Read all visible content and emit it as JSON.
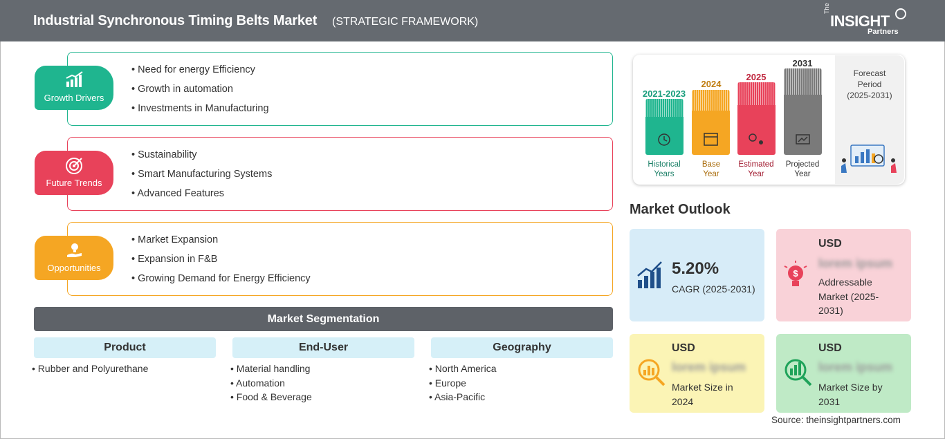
{
  "header": {
    "title": "Industrial Synchronous Timing Belts Market",
    "subtitle": "(STRATEGIC FRAMEWORK)",
    "logo": {
      "the": "The",
      "insight": "INSIGHT",
      "partners": "Partners"
    }
  },
  "framework": {
    "growth_drivers": {
      "label": "Growth Drivers",
      "color": "#1fb58f",
      "items": [
        "Need for energy Efficiency",
        "Growth in automation",
        "Investments in Manufacturing"
      ]
    },
    "future_trends": {
      "label": "Future Trends",
      "color": "#e8425a",
      "items": [
        "Sustainability",
        "Smart Manufacturing Systems",
        "Advanced Features"
      ]
    },
    "opportunities": {
      "label": "Opportunities",
      "color": "#f5a623",
      "items": [
        "Market Expansion",
        "Expansion in F&B",
        "Growing Demand for Energy Efficiency"
      ]
    }
  },
  "segmentation": {
    "title": "Market Segmentation",
    "columns": [
      {
        "header": "Product",
        "items": [
          "Rubber and Polyurethane"
        ]
      },
      {
        "header": "End-User",
        "items": [
          "Material handling",
          "Automation",
          "Food & Beverage"
        ]
      },
      {
        "header": "Geography",
        "items": [
          "North America",
          "Europe",
          "Asia-Pacific"
        ]
      }
    ]
  },
  "timeline": {
    "historical": {
      "year": "2021-2023",
      "caption_1": "Historical",
      "caption_2": "Years",
      "color": "#1fb58f"
    },
    "base": {
      "year": "2024",
      "caption_1": "Base",
      "caption_2": "Year",
      "color": "#f5a623"
    },
    "estimated": {
      "year": "2025",
      "caption_1": "Estimated",
      "caption_2": "Year",
      "color": "#e8425a"
    },
    "projected": {
      "year": "2031",
      "caption_1": "Projected",
      "caption_2": "Year",
      "color": "#7a7a7a"
    },
    "forecast_1": "Forecast",
    "forecast_2": "Period",
    "forecast_3": "(2025-2031)"
  },
  "outlook": {
    "title": "Market Outlook",
    "cagr": {
      "value": "5.20%",
      "label": "CAGR (2025-2031)",
      "bg": "#d7ecf8"
    },
    "addressable": {
      "currency": "USD",
      "value": "lorem ipsum",
      "desc_1": "Addressable",
      "desc_2": "Market (2025-",
      "desc_3": "2031)",
      "bg": "#f9d2d8"
    },
    "size_2024": {
      "currency": "USD",
      "value": "lorem ipsum",
      "desc_1": "Market Size in",
      "desc_2": "2024",
      "bg": "#fbf4b5"
    },
    "size_2031": {
      "currency": "USD",
      "value": "lorem ipsum",
      "desc_1": "Market Size by",
      "desc_2": "2031",
      "bg": "#bfeac6"
    }
  },
  "source": "Source: theinsightpartners.com"
}
